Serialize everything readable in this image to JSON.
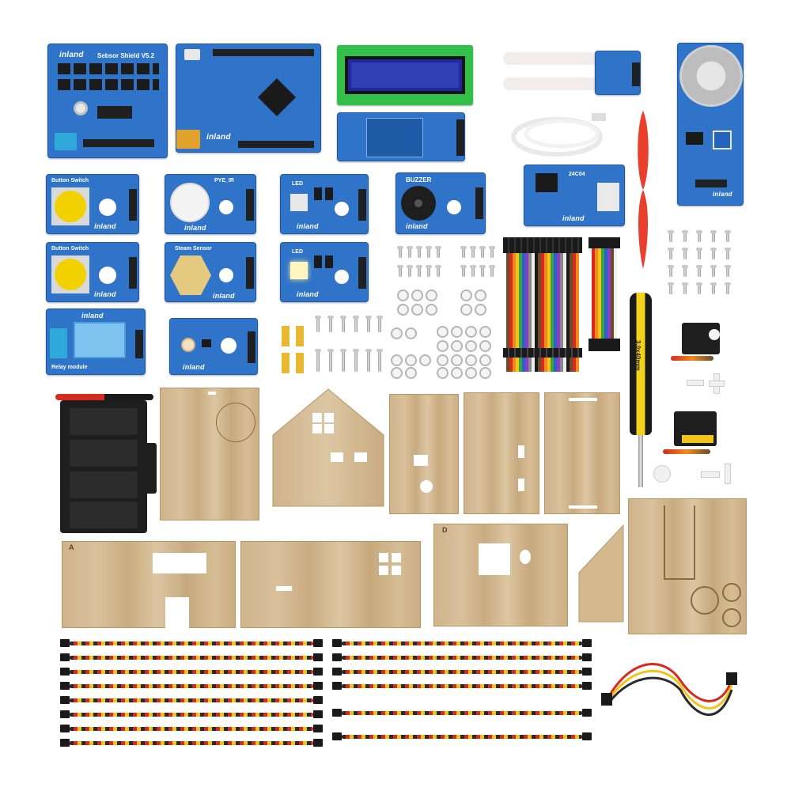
{
  "modules": {
    "sensor_shield": {
      "title": "Sebsor Shield V5.2",
      "brand": "inland"
    },
    "button_switch_1": {
      "title": "Button Switch",
      "brand": "inland"
    },
    "pir": {
      "title": "PYE_IR",
      "brand": "inland"
    },
    "led_1": {
      "title": "LED",
      "brand": "inland"
    },
    "buzzer": {
      "title": "BUZZER",
      "brand": "inland"
    },
    "eeprom": {
      "title": "24C04",
      "brand": "inland"
    },
    "button_switch_2": {
      "title": "Button Switch",
      "brand": "inland"
    },
    "steam_sensor": {
      "title": "Steam   Sensor",
      "brand": "inland"
    },
    "led_2": {
      "title": "LED",
      "brand": "inland"
    },
    "relay": {
      "title": "Relay module",
      "brand": "inland"
    },
    "photo": {
      "brand": "inland"
    },
    "gas_sensor": {
      "brand": "inland"
    },
    "uno_board": {
      "brand": "inland"
    }
  },
  "lcd": {
    "panel_color": "#2f3fb4",
    "frame_color": "#33c04a"
  },
  "screwdriver": {
    "label": "3.0x40mm"
  },
  "wood_panels": {
    "panel_a": {
      "letter": "A"
    },
    "panel_d": {
      "letter": "D"
    }
  },
  "colors": {
    "pcb": "#2f74c8",
    "wood": "#d4b98f",
    "cable_red": "#d62a1e",
    "cable_yellow": "#f0c419"
  }
}
